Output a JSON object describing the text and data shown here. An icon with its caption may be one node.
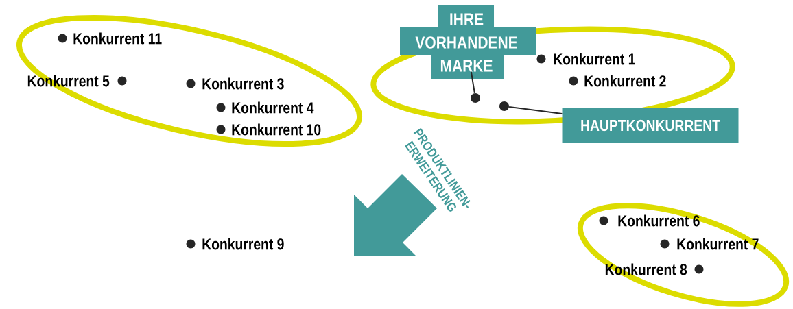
{
  "diagram": {
    "nodes": [
      {
        "text": [
          "IHRE VORHANDENE MARKE"
        ]
      },
      {
        "text": [
          "HAUPTKONKURRENT"
        ]
      },
      {
        "text": [],
        "shape": "circle"
      },
      {
        "text": [],
        "shape": "circle"
      }
    ],
    "edges": [
      {
        "from": 0,
        "to": 2,
        "arrow": "none"
      },
      {
        "from": 1,
        "to": 3,
        "arrow": "none"
      }
    ],
    "labels": [
      "Konkurrent 11",
      "Konkurrent 1",
      "Konkurrent 5",
      "Konkurrent 3",
      "Konkurrent 2",
      "Konkurrent 4",
      "Konkurrent 10",
      "PRODUKTLINIEN-ERWEITERUNG",
      "Konkurrent 6",
      "Konkurrent 9",
      "Konkurrent 7",
      "Konkurrent 8"
    ]
  }
}
